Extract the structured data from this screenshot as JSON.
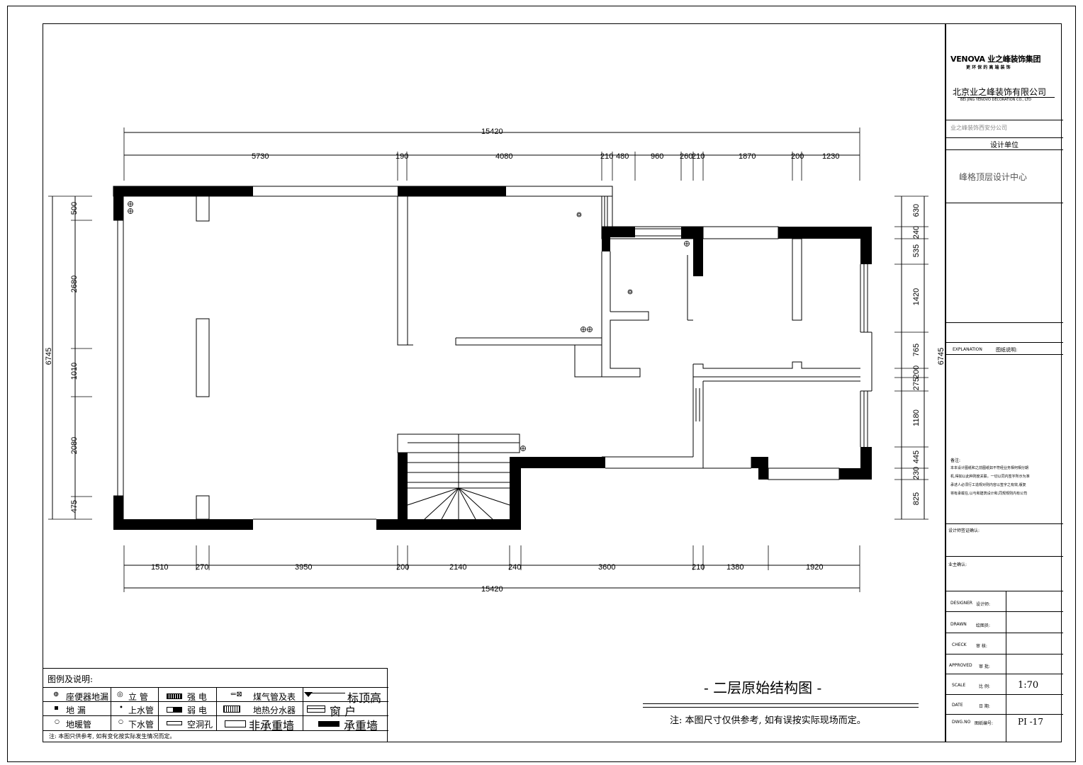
{
  "title_block": {
    "logo_text": "VENOVA 业之峰装饰集团",
    "logo_slogan": "更 环 保 的 高 端 装 饰",
    "company_cn": "北京业之峰装饰有限公司",
    "company_en": "BEI JING YENOVO DECORATION CO., LTD",
    "branch": "业之峰装饰西安分公司",
    "design_unit_label": "设计单位",
    "design_unit": "峰格顶层设计中心",
    "explanation_label": "EXPLANATION",
    "explanation_cn": "图纸说明:",
    "notes_title": "备注:",
    "notes_lines": [
      "本本设计图纸和之前图纸如不符经业务相何相分期",
      "机,得如以此种则度关联。一切以同内签字所示为准",
      "承述人必须行工造规对则内容以签字之有效,版复",
      "将有承载在,以与和建筑设计和,同规规则内有公司"
    ],
    "owner_confirm": "设计师签证确认:",
    "client_confirm": "业主确认:",
    "rows": [
      {
        "en": "DESIGNER",
        "cn": "设计师:",
        "value": ""
      },
      {
        "en": "DRAWN",
        "cn": "绘图员:",
        "value": ""
      },
      {
        "en": "CHECK",
        "cn": "审 核:",
        "value": ""
      },
      {
        "en": "APPROVED",
        "cn": "审 批:",
        "value": ""
      },
      {
        "en": "SCALE",
        "cn": "比 例:",
        "value": "1:70"
      },
      {
        "en": "DATE",
        "cn": "日 期:",
        "value": ""
      },
      {
        "en": "DWG.NO",
        "cn": "图纸编号:",
        "value": "PI -17"
      }
    ]
  },
  "drawing": {
    "title": "- 二层原始结构图 -",
    "note": "注: 本图尺寸仅供参考, 如有误按实际现场而定。",
    "top_total": "15420",
    "top_dims": [
      "5730",
      "190",
      "4080",
      "210",
      "480",
      "960",
      "260",
      "210",
      "1870",
      "200",
      "1230"
    ],
    "bottom_dims": [
      "1510",
      "270",
      "3950",
      "200",
      "2140",
      "240",
      "3600",
      "210",
      "1380",
      "1920"
    ],
    "bottom_total": "15420",
    "left_total": "6745",
    "left_dims": [
      "500",
      "2680",
      "1010",
      "2080",
      "475"
    ],
    "right_total": "6745",
    "right_dims": [
      "630",
      "240",
      "535",
      "1420",
      "765",
      "200",
      "275",
      "1180",
      "445",
      "230",
      "825"
    ]
  },
  "legend": {
    "title": "图例及说明:",
    "items": [
      [
        "座便器地漏",
        "立 管",
        "强 电",
        "煤气管及表",
        "标顶高"
      ],
      [
        "地 漏",
        "上水管",
        "弱 电",
        "地热分水器",
        "窗 户"
      ],
      [
        "地暖管",
        "下水管",
        "空洞孔",
        "非承重墙",
        "承重墙"
      ]
    ],
    "footnote": "注: 本图只供参考, 如有变化按实际发生情况而定。"
  }
}
